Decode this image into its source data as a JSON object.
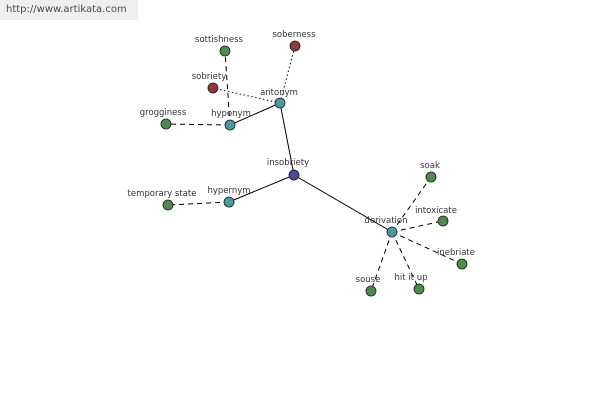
{
  "watermark": "http://www.artikata.com",
  "colors": {
    "center": "#4a4c9a",
    "relation": "#4f9aa0",
    "word": "#4f8a4f",
    "antonym_word": "#8a3c3c",
    "edge": "#000000"
  },
  "nodes": [
    {
      "id": "insobriety",
      "label": "insobriety",
      "kind": "center"
    },
    {
      "id": "antonym",
      "label": "antonym",
      "kind": "relation"
    },
    {
      "id": "hyponym",
      "label": "hyponym",
      "kind": "relation"
    },
    {
      "id": "hypernym",
      "label": "hypernym",
      "kind": "relation"
    },
    {
      "id": "derivation",
      "label": "derivation",
      "kind": "relation"
    },
    {
      "id": "soberness",
      "label": "soberness",
      "kind": "antonym_word"
    },
    {
      "id": "sobriety",
      "label": "sobriety",
      "kind": "antonym_word"
    },
    {
      "id": "sottishness",
      "label": "sottishness",
      "kind": "word"
    },
    {
      "id": "grogginess",
      "label": "grogginess",
      "kind": "word"
    },
    {
      "id": "temporary-state",
      "label": "temporary state",
      "kind": "word"
    },
    {
      "id": "soak",
      "label": "soak",
      "kind": "word"
    },
    {
      "id": "intoxicate",
      "label": "intoxicate",
      "kind": "word"
    },
    {
      "id": "inebriate",
      "label": "inebriate",
      "kind": "word"
    },
    {
      "id": "hit-it-up",
      "label": "hit it up",
      "kind": "word"
    },
    {
      "id": "souse",
      "label": "souse",
      "kind": "word"
    }
  ],
  "edges": [
    {
      "from": "insobriety",
      "to": "antonym",
      "style": "solid"
    },
    {
      "from": "insobriety",
      "to": "hypernym",
      "style": "solid"
    },
    {
      "from": "insobriety",
      "to": "derivation",
      "style": "solid"
    },
    {
      "from": "antonym",
      "to": "hyponym",
      "style": "solid"
    },
    {
      "from": "antonym",
      "to": "soberness",
      "style": "dotted"
    },
    {
      "from": "antonym",
      "to": "sobriety",
      "style": "dotted"
    },
    {
      "from": "hyponym",
      "to": "sottishness",
      "style": "dashed"
    },
    {
      "from": "hyponym",
      "to": "grogginess",
      "style": "dashed"
    },
    {
      "from": "hypernym",
      "to": "temporary-state",
      "style": "dashed"
    },
    {
      "from": "derivation",
      "to": "soak",
      "style": "dashed"
    },
    {
      "from": "derivation",
      "to": "intoxicate",
      "style": "dashed"
    },
    {
      "from": "derivation",
      "to": "inebriate",
      "style": "dashed"
    },
    {
      "from": "derivation",
      "to": "hit-it-up",
      "style": "dashed"
    },
    {
      "from": "derivation",
      "to": "souse",
      "style": "dashed"
    }
  ]
}
